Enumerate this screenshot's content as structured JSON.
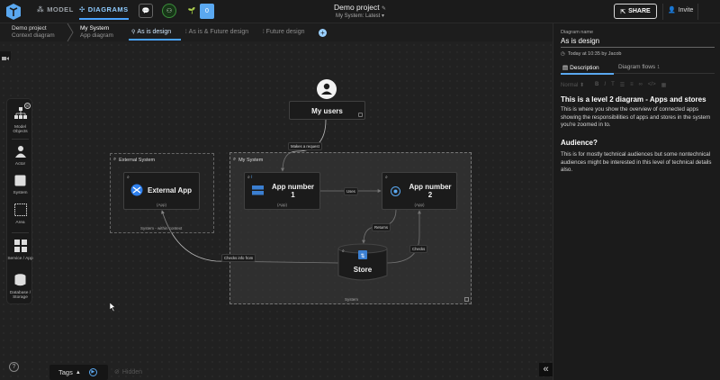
{
  "nav": {
    "model_label": "MODEL",
    "diagrams_label": "DIAGRAMS",
    "counter": "0",
    "project_name": "Demo project",
    "version_label": "My System: Latest",
    "share_label": "SHARE",
    "invite_label": "Invite"
  },
  "breadcrumb": {
    "root_title": "Demo project",
    "root_sub": "Context diagram",
    "current_title": "My System",
    "current_sub": "App diagram"
  },
  "diagram_tabs": [
    {
      "label": "As is design"
    },
    {
      "label": "As is & Future design"
    },
    {
      "label": "Future design"
    }
  ],
  "palette": {
    "badge": "8",
    "items": [
      {
        "label": "Model Objects"
      },
      {
        "label": "Actor"
      },
      {
        "label": "System"
      },
      {
        "label": "Area"
      },
      {
        "label": "Service / App"
      },
      {
        "label": "Database / Storage"
      }
    ]
  },
  "diagram": {
    "actor": {
      "title": "My users"
    },
    "external_group": {
      "label": "External System",
      "caption": "System - within context"
    },
    "system_group": {
      "label": "My System",
      "caption": "System"
    },
    "external_app": {
      "title": "External App",
      "type": "(App)"
    },
    "app1": {
      "title": "App number 1",
      "type": "(App)"
    },
    "app2": {
      "title": "App number 2",
      "type": "(App)"
    },
    "store": {
      "title": "Store"
    },
    "edges": {
      "request": "Makes a request",
      "uses": "Uses",
      "returns": "Returns",
      "checks": "Checks",
      "checks_info": "Checks info from"
    }
  },
  "bottom": {
    "tags_label": "Tags",
    "hidden_label": "Hidden"
  },
  "panel": {
    "name_label": "Diagram name",
    "name_value": "As is design",
    "meta": "Today at 10:35 by Jacob",
    "tab_description": "Description",
    "tab_flows": "Diagram flows",
    "tab_flows_count": "1",
    "toolbar_style": "Normal",
    "heading1": "This is a level 2 diagram - Apps and stores",
    "para1": "This is where you show the overview of connected apps showing the responsibilities of apps and stores in the system you're zoomed in to.",
    "heading2": "Audience?",
    "para2": "This is for mostly technical audiences but some nontechnical audiences might be interested in this level of technical details also."
  },
  "colors": {
    "accent": "#4aa3ff",
    "background": "#212121",
    "panel": "#1b1b1b"
  }
}
